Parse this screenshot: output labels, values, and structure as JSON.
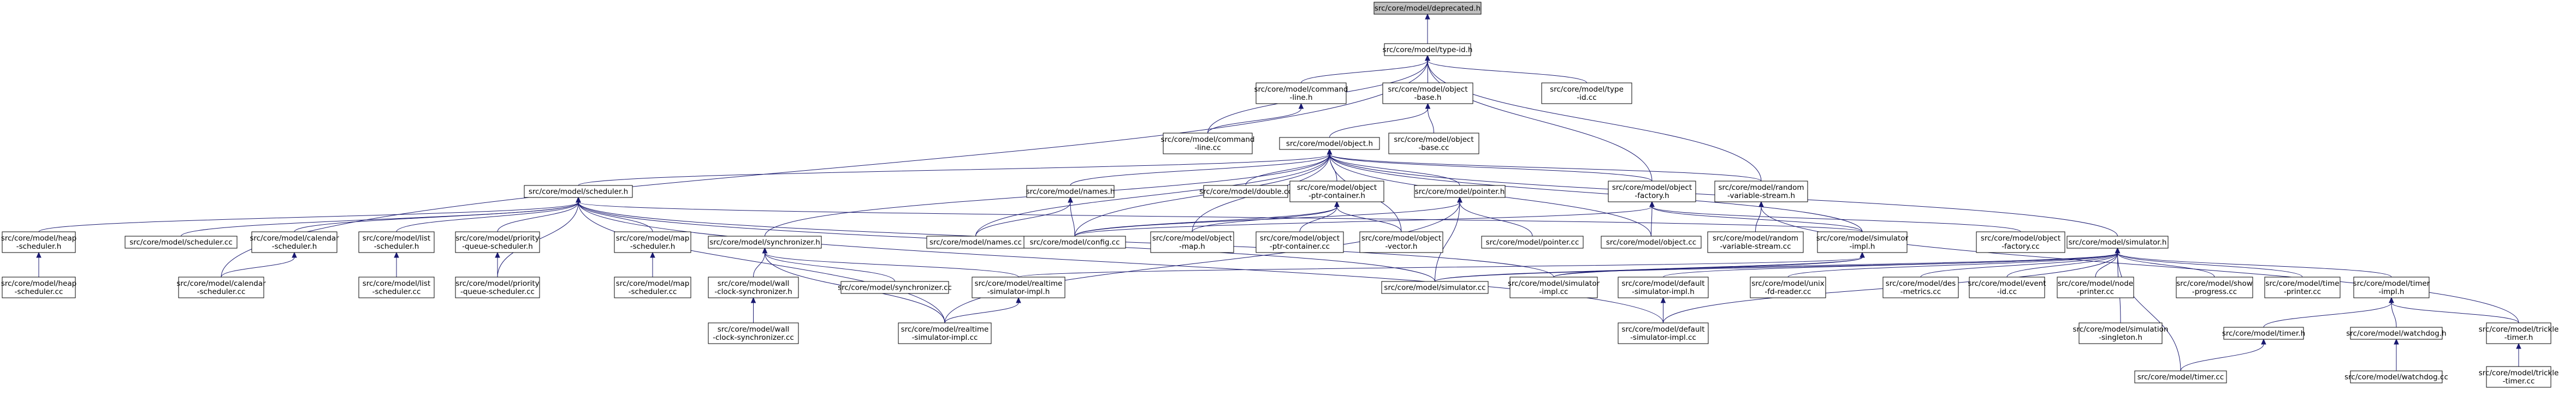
{
  "graph": {
    "nodes": [
      {
        "id": "n0",
        "lines": [
          "src/core/model/deprecated.h"
        ],
        "root": true
      },
      {
        "id": "n1",
        "lines": [
          "src/core/model/type-id.h"
        ]
      },
      {
        "id": "n2",
        "lines": [
          "src/core/model/command",
          "-line.h"
        ]
      },
      {
        "id": "n3",
        "lines": [
          "src/core/model/object",
          "-base.h"
        ]
      },
      {
        "id": "n4",
        "lines": [
          "src/core/model/type",
          "-id.cc"
        ]
      },
      {
        "id": "n5",
        "lines": [
          "src/core/model/command",
          "-line.cc"
        ]
      },
      {
        "id": "n6",
        "lines": [
          "src/core/model/object.h"
        ]
      },
      {
        "id": "n7",
        "lines": [
          "src/core/model/object",
          "-base.cc"
        ]
      },
      {
        "id": "n8",
        "lines": [
          "src/core/model/scheduler.h"
        ]
      },
      {
        "id": "n9",
        "lines": [
          "src/core/model/names.h"
        ]
      },
      {
        "id": "n10",
        "lines": [
          "src/core/model/double.cc"
        ]
      },
      {
        "id": "n11",
        "lines": [
          "src/core/model/object",
          "-ptr-container.h"
        ]
      },
      {
        "id": "n12",
        "lines": [
          "src/core/model/pointer.h"
        ]
      },
      {
        "id": "n13",
        "lines": [
          "src/core/model/object",
          "-factory.h"
        ]
      },
      {
        "id": "n14",
        "lines": [
          "src/core/model/random",
          "-variable-stream.h"
        ]
      },
      {
        "id": "n15",
        "lines": [
          "src/core/model/heap",
          "-scheduler.h"
        ]
      },
      {
        "id": "n16",
        "lines": [
          "src/core/model/scheduler.cc"
        ]
      },
      {
        "id": "n17",
        "lines": [
          "src/core/model/calendar",
          "-scheduler.h"
        ]
      },
      {
        "id": "n18",
        "lines": [
          "src/core/model/list",
          "-scheduler.h"
        ]
      },
      {
        "id": "n19",
        "lines": [
          "src/core/model/priority",
          "-queue-scheduler.h"
        ]
      },
      {
        "id": "n20",
        "lines": [
          "src/core/model/map",
          "-scheduler.h"
        ]
      },
      {
        "id": "n21",
        "lines": [
          "src/core/model/synchronizer.h"
        ]
      },
      {
        "id": "n22",
        "lines": [
          "src/core/model/names.cc"
        ]
      },
      {
        "id": "n23",
        "lines": [
          "src/core/model/config.cc"
        ]
      },
      {
        "id": "n24",
        "lines": [
          "src/core/model/object",
          "-map.h"
        ]
      },
      {
        "id": "n25",
        "lines": [
          "src/core/model/object",
          "-ptr-container.cc"
        ]
      },
      {
        "id": "n26",
        "lines": [
          "src/core/model/object",
          "-vector.h"
        ]
      },
      {
        "id": "n27",
        "lines": [
          "src/core/model/pointer.cc"
        ]
      },
      {
        "id": "n28",
        "lines": [
          "src/core/model/object.cc"
        ]
      },
      {
        "id": "n29",
        "lines": [
          "src/core/model/random",
          "-variable-stream.cc"
        ]
      },
      {
        "id": "n30",
        "lines": [
          "src/core/model/simulator",
          "-impl.h"
        ]
      },
      {
        "id": "n31",
        "lines": [
          "src/core/model/object",
          "-factory.cc"
        ]
      },
      {
        "id": "n32",
        "lines": [
          "src/core/model/simulator.h"
        ]
      },
      {
        "id": "n33",
        "lines": [
          "src/core/model/heap",
          "-scheduler.cc"
        ]
      },
      {
        "id": "n34",
        "lines": [
          "src/core/model/calendar",
          "-scheduler.cc"
        ]
      },
      {
        "id": "n35",
        "lines": [
          "src/core/model/list",
          "-scheduler.cc"
        ]
      },
      {
        "id": "n36",
        "lines": [
          "src/core/model/priority",
          "-queue-scheduler.cc"
        ]
      },
      {
        "id": "n37",
        "lines": [
          "src/core/model/map",
          "-scheduler.cc"
        ]
      },
      {
        "id": "n38",
        "lines": [
          "src/core/model/wall",
          "-clock-synchronizer.h"
        ]
      },
      {
        "id": "n39",
        "lines": [
          "src/core/model/synchronizer.cc"
        ]
      },
      {
        "id": "n40",
        "lines": [
          "src/core/model/realtime",
          "-simulator-impl.h"
        ]
      },
      {
        "id": "n41",
        "lines": [
          "src/core/model/simulator.cc"
        ]
      },
      {
        "id": "n42",
        "lines": [
          "src/core/model/simulator",
          "-impl.cc"
        ]
      },
      {
        "id": "n43",
        "lines": [
          "src/core/model/default",
          "-simulator-impl.h"
        ]
      },
      {
        "id": "n44",
        "lines": [
          "src/core/model/unix",
          "-fd-reader.cc"
        ]
      },
      {
        "id": "n45",
        "lines": [
          "src/core/model/des",
          "-metrics.cc"
        ]
      },
      {
        "id": "n46",
        "lines": [
          "src/core/model/event",
          "-id.cc"
        ]
      },
      {
        "id": "n47",
        "lines": [
          "src/core/model/node",
          "-printer.cc"
        ]
      },
      {
        "id": "n48",
        "lines": [
          "src/core/model/show",
          "-progress.cc"
        ]
      },
      {
        "id": "n49",
        "lines": [
          "src/core/model/time",
          "-printer.cc"
        ]
      },
      {
        "id": "n50",
        "lines": [
          "src/core/model/timer",
          "-impl.h"
        ]
      },
      {
        "id": "n51",
        "lines": [
          "src/core/model/wall",
          "-clock-synchronizer.cc"
        ]
      },
      {
        "id": "n52",
        "lines": [
          "src/core/model/realtime",
          "-simulator-impl.cc"
        ]
      },
      {
        "id": "n53",
        "lines": [
          "src/core/model/default",
          "-simulator-impl.cc"
        ]
      },
      {
        "id": "n54",
        "lines": [
          "src/core/model/simulation",
          "-singleton.h"
        ]
      },
      {
        "id": "n55",
        "lines": [
          "src/core/model/timer.h"
        ]
      },
      {
        "id": "n56",
        "lines": [
          "src/core/model/watchdog.h"
        ]
      },
      {
        "id": "n57",
        "lines": [
          "src/core/model/trickle",
          "-timer.h"
        ]
      },
      {
        "id": "n58",
        "lines": [
          "src/core/model/timer.cc"
        ]
      },
      {
        "id": "n59",
        "lines": [
          "src/core/model/watchdog.cc"
        ]
      },
      {
        "id": "n60",
        "lines": [
          "src/core/model/trickle",
          "-timer.cc"
        ]
      }
    ]
  }
}
